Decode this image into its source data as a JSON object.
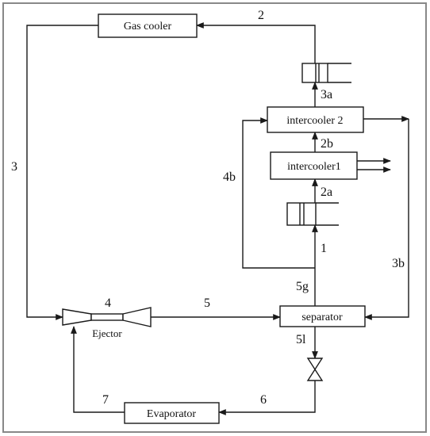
{
  "components": {
    "gas_cooler": "Gas cooler",
    "intercooler_2": "intercooler 2",
    "intercooler_1": "intercooler1",
    "ejector": "Ejector",
    "separator": "separator",
    "evaporator": "Evaporator"
  },
  "state_points": {
    "s2": "2",
    "s3": "3",
    "s3a": "3a",
    "s2b": "2b",
    "s4b": "4b",
    "s2a": "2a",
    "s1": "1",
    "s3b": "3b",
    "s5g": "5g",
    "s4": "4",
    "s5": "5",
    "s5l": "5l",
    "s7": "7",
    "s6": "6"
  },
  "colors": {
    "line": "#1a1a1a",
    "background": "#ffffff",
    "frame": "#888888"
  }
}
